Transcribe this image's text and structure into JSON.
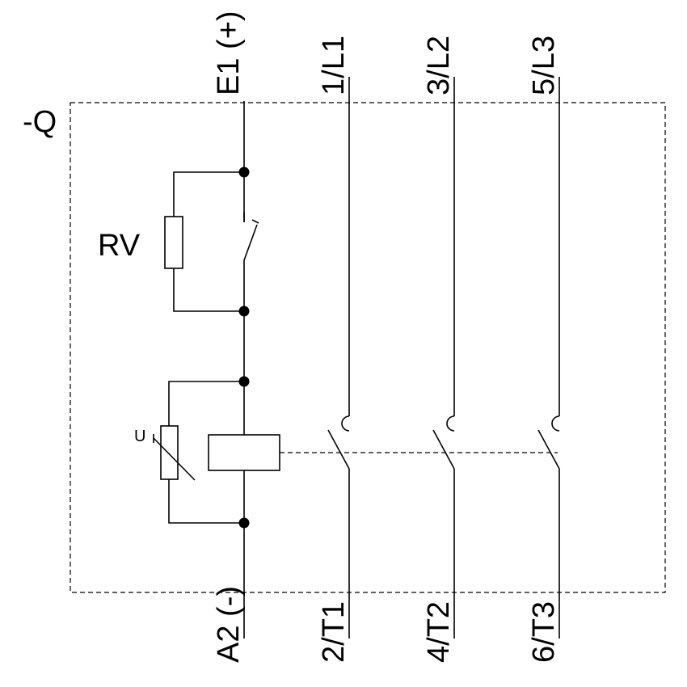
{
  "labels": {
    "device": "-Q",
    "rv": "RV",
    "varistor": "U",
    "top": [
      "E1 (+)",
      "1/L1",
      "3/L2",
      "5/L3"
    ],
    "bottom": [
      "A2 (-)",
      "2/T1",
      "4/T2",
      "6/T3"
    ]
  },
  "colors": {
    "line": "#000000",
    "background": "#ffffff"
  }
}
